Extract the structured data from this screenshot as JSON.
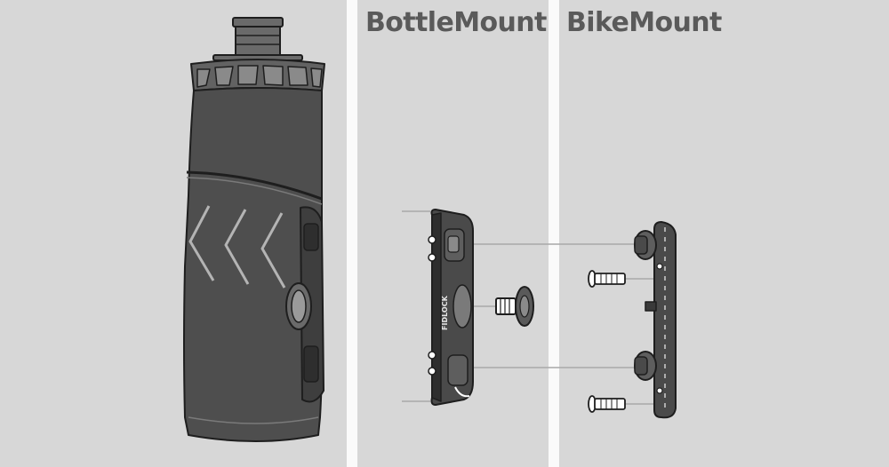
{
  "panels": {
    "bottle_mount": {
      "title": "BottleMount"
    },
    "bike_mount": {
      "title": "BikeMount"
    }
  },
  "brand_mark": "FIDLOCK",
  "colors": {
    "background": "#d7d7d7",
    "divider": "#fafafa",
    "product": "#4e4e4e",
    "outline": "#1e1e1e",
    "title": "#5a5a5a"
  }
}
